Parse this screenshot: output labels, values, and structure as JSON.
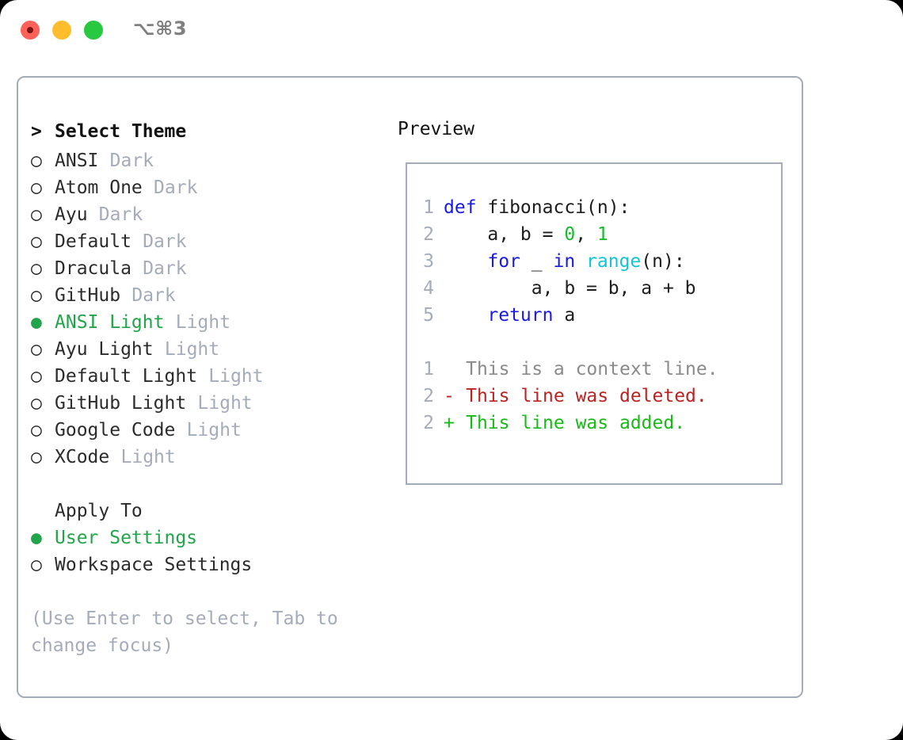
{
  "titlebar": {
    "shortcut": "⌥⌘3",
    "lights": [
      {
        "name": "close",
        "color": "#ff6159"
      },
      {
        "name": "minimize",
        "color": "#ffbd2e"
      },
      {
        "name": "maximize",
        "color": "#28c840"
      }
    ]
  },
  "theme_picker": {
    "header_marker": ">",
    "header_label": "Select Theme",
    "marker_selected": "●",
    "marker_unselected": "○",
    "items": [
      {
        "marker": "○",
        "name": "ANSI",
        "kind": "Dark",
        "selected": false
      },
      {
        "marker": "○",
        "name": "Atom One",
        "kind": "Dark",
        "selected": false
      },
      {
        "marker": "○",
        "name": "Ayu",
        "kind": "Dark",
        "selected": false
      },
      {
        "marker": "○",
        "name": "Default",
        "kind": "Dark",
        "selected": false
      },
      {
        "marker": "○",
        "name": "Dracula",
        "kind": "Dark",
        "selected": false
      },
      {
        "marker": "○",
        "name": "GitHub",
        "kind": "Dark",
        "selected": false
      },
      {
        "marker": "●",
        "name": "ANSI Light",
        "kind": "Light",
        "selected": true
      },
      {
        "marker": "○",
        "name": "Ayu Light",
        "kind": "Light",
        "selected": false
      },
      {
        "marker": "○",
        "name": "Default Light",
        "kind": "Light",
        "selected": false
      },
      {
        "marker": "○",
        "name": "GitHub Light",
        "kind": "Light",
        "selected": false
      },
      {
        "marker": "○",
        "name": "Google Code",
        "kind": "Light",
        "selected": false
      },
      {
        "marker": "○",
        "name": "XCode",
        "kind": "Light",
        "selected": false
      }
    ]
  },
  "apply_to": {
    "label": "Apply To",
    "items": [
      {
        "marker": "●",
        "label": "User Settings",
        "selected": true
      },
      {
        "marker": "○",
        "label": "Workspace Settings",
        "selected": false
      }
    ]
  },
  "hint": "(Use Enter to select, Tab to change focus)",
  "preview": {
    "title": "Preview",
    "code_lines": [
      {
        "lineno": "1",
        "tokens": [
          {
            "t": "def",
            "c": "kw"
          },
          {
            "t": " fibonacci(n):",
            "c": "pl"
          }
        ]
      },
      {
        "lineno": "2",
        "tokens": [
          {
            "t": "    a, b = ",
            "c": "pl"
          },
          {
            "t": "0",
            "c": "num"
          },
          {
            "t": ", ",
            "c": "pl"
          },
          {
            "t": "1",
            "c": "num"
          }
        ]
      },
      {
        "lineno": "3",
        "tokens": [
          {
            "t": "    ",
            "c": "pl"
          },
          {
            "t": "for",
            "c": "kw"
          },
          {
            "t": " _ ",
            "c": "pl"
          },
          {
            "t": "in",
            "c": "kw"
          },
          {
            "t": " ",
            "c": "pl"
          },
          {
            "t": "range",
            "c": "fn"
          },
          {
            "t": "(n):",
            "c": "pl"
          }
        ]
      },
      {
        "lineno": "4",
        "tokens": [
          {
            "t": "        a, b = b, a + b",
            "c": "pl"
          }
        ]
      },
      {
        "lineno": "5",
        "tokens": [
          {
            "t": "    ",
            "c": "pl"
          },
          {
            "t": "return",
            "c": "kw"
          },
          {
            "t": " a",
            "c": "pl"
          }
        ]
      }
    ],
    "diff_lines": [
      {
        "lineno": "1",
        "sign": " ",
        "text": "This is a context line.",
        "kind": "ctx"
      },
      {
        "lineno": "2",
        "sign": "-",
        "text": "This line was deleted.",
        "kind": "del"
      },
      {
        "lineno": "2",
        "sign": "+",
        "text": "This line was added.",
        "kind": "add"
      }
    ]
  },
  "colors": {
    "accent_green": "#22a44a",
    "muted": "#a4acba",
    "keyword": "#1a1ae6",
    "function": "#13c4d4",
    "number": "#17bb2e",
    "diff_added": "#16bb16",
    "diff_deleted": "#bb2222",
    "diff_context": "#8a8a8a"
  }
}
